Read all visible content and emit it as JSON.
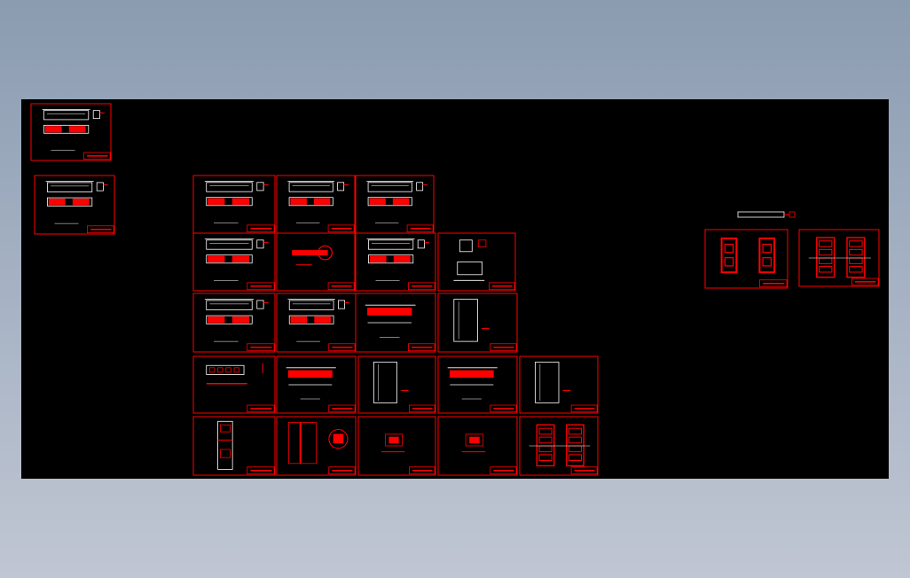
{
  "viewer": {
    "background": "#000000",
    "frame_color": "#ff0000",
    "line_color": "#ffffff",
    "title_block_color": "#ff0000"
  },
  "sheets": [
    {
      "name": "sheet-r0-a",
      "kind": "unit"
    },
    {
      "name": "sheet-r1-a",
      "kind": "unit"
    },
    {
      "name": "sheet-g1-1",
      "kind": "unit"
    },
    {
      "name": "sheet-g1-2",
      "kind": "unit"
    },
    {
      "name": "sheet-g1-3",
      "kind": "unit"
    },
    {
      "name": "sheet-g2-1",
      "kind": "unit"
    },
    {
      "name": "sheet-g2-2",
      "kind": "part"
    },
    {
      "name": "sheet-g2-3",
      "kind": "unit"
    },
    {
      "name": "sheet-g2-4",
      "kind": "panel-front"
    },
    {
      "name": "sheet-g3-1",
      "kind": "unit"
    },
    {
      "name": "sheet-g3-2",
      "kind": "unit"
    },
    {
      "name": "sheet-g3-3",
      "kind": "bar"
    },
    {
      "name": "sheet-g3-4",
      "kind": "tall"
    },
    {
      "name": "sheet-g4-1",
      "kind": "strip"
    },
    {
      "name": "sheet-g4-2",
      "kind": "bar"
    },
    {
      "name": "sheet-g4-3",
      "kind": "tall"
    },
    {
      "name": "sheet-g4-4",
      "kind": "bar"
    },
    {
      "name": "sheet-g4-5",
      "kind": "tall"
    },
    {
      "name": "sheet-g5-1",
      "kind": "column"
    },
    {
      "name": "sheet-g5-2",
      "kind": "section"
    },
    {
      "name": "sheet-g5-3",
      "kind": "detail"
    },
    {
      "name": "sheet-g5-4",
      "kind": "detail"
    },
    {
      "name": "sheet-g5-5",
      "kind": "grid"
    },
    {
      "name": "sheet-right-1",
      "kind": "frames"
    },
    {
      "name": "sheet-right-2",
      "kind": "grid"
    }
  ]
}
